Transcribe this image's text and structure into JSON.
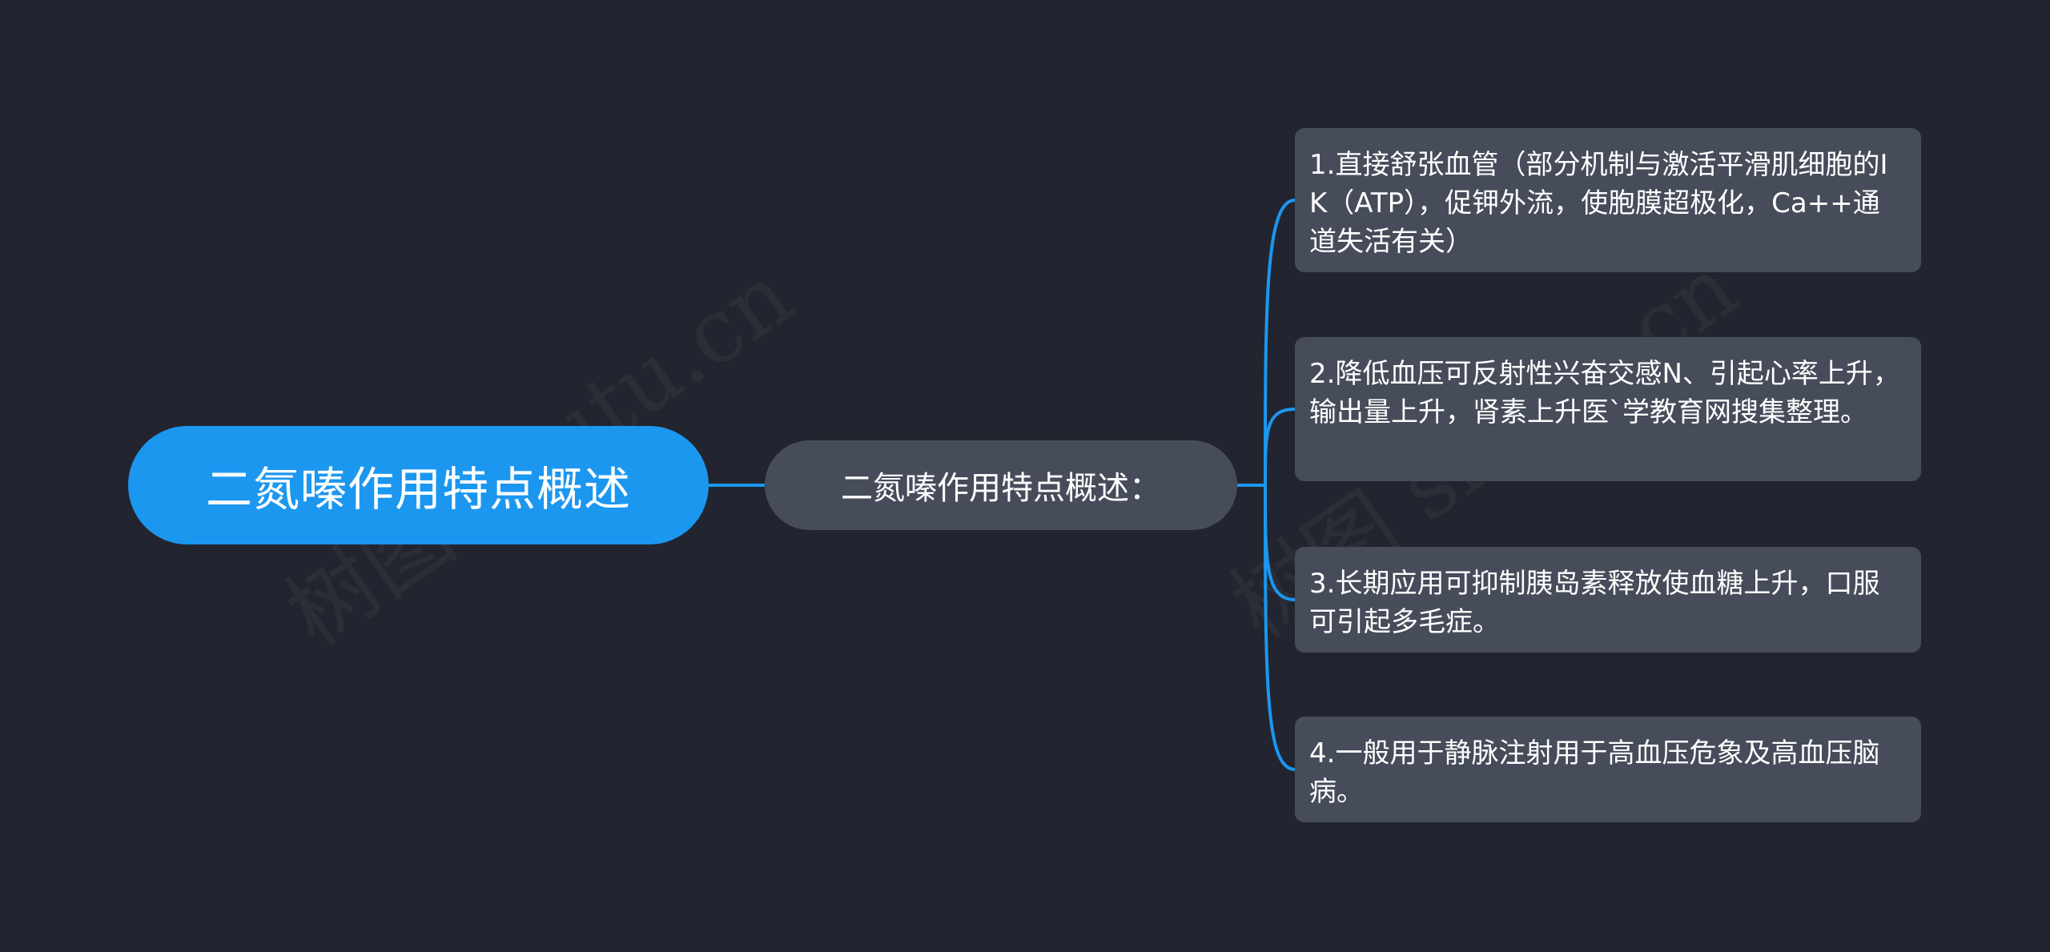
{
  "root": {
    "label": "二氮嗪作用特点概述"
  },
  "middle": {
    "label": "二氮嗪作用特点概述："
  },
  "leaves": [
    {
      "label": "1.直接舒张血管（部分机制与激活平滑肌细胞的IK（ATP），促钾外流，使胞膜超极化，Ca++通道失活有关）"
    },
    {
      "label": "2.降低血压可反射性兴奋交感N、引起心率上升，输出量上升，肾素上升医`学教育网搜集整理。"
    },
    {
      "label": "3.长期应用可抑制胰岛素释放使血糖上升，口服可引起多毛症。"
    },
    {
      "label": "4.一般用于静脉注射用于高血压危象及高血压脑病。"
    }
  ],
  "watermark": {
    "text": "树图 shutu.cn"
  },
  "colors": {
    "background": "#22252f",
    "root_fill": "#1b97f0",
    "node_fill": "#474c5b",
    "connector": "#1b97f0",
    "text": "#ffffff"
  }
}
